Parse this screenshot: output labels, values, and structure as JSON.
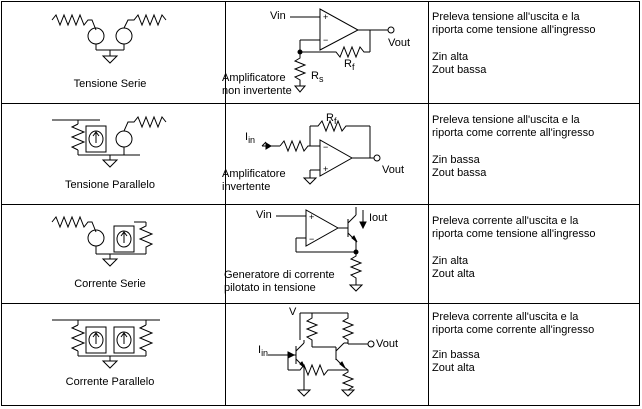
{
  "rows": [
    {
      "caption": "Tensione Serie",
      "circuit_caption": [
        "Amplificatore",
        "non invertente"
      ],
      "desc": [
        "Preleva tensione all'uscita e la",
        "riporta come tensione all'ingresso"
      ],
      "zin": "Zin alta",
      "zout": "Zout bassa"
    },
    {
      "caption": "Tensione Parallelo",
      "circuit_caption": [
        "Amplificatore",
        "invertente"
      ],
      "desc": [
        "Preleva tensione all'uscita e la",
        "riporta come corrente all'ingresso"
      ],
      "zin": "Zin bassa",
      "zout": "Zout bassa"
    },
    {
      "caption": "Corrente Serie",
      "circuit_caption": [
        "Generatore di corrente",
        "pilotato in tensione"
      ],
      "desc": [
        "Preleva corrente all'uscita e la",
        "riporta come tensione all'ingresso"
      ],
      "zin": "Zin alta",
      "zout": "Zout alta"
    },
    {
      "caption": "Corrente Parallelo",
      "circuit_caption": [],
      "desc": [
        "Preleva corrente all'uscita e la",
        "riporta come corrente all'ingresso"
      ],
      "zin": "Zin bassa",
      "zout": "Zout alta"
    }
  ],
  "labels": {
    "vin": "Vin",
    "vout": "Vout",
    "rf": "R",
    "rf_sub": "f",
    "rs": "R",
    "rs_sub": "s",
    "iin": "I",
    "iin_sub": "in",
    "iout": "Iout",
    "v": "V",
    "plus": "+",
    "minus": "−"
  }
}
